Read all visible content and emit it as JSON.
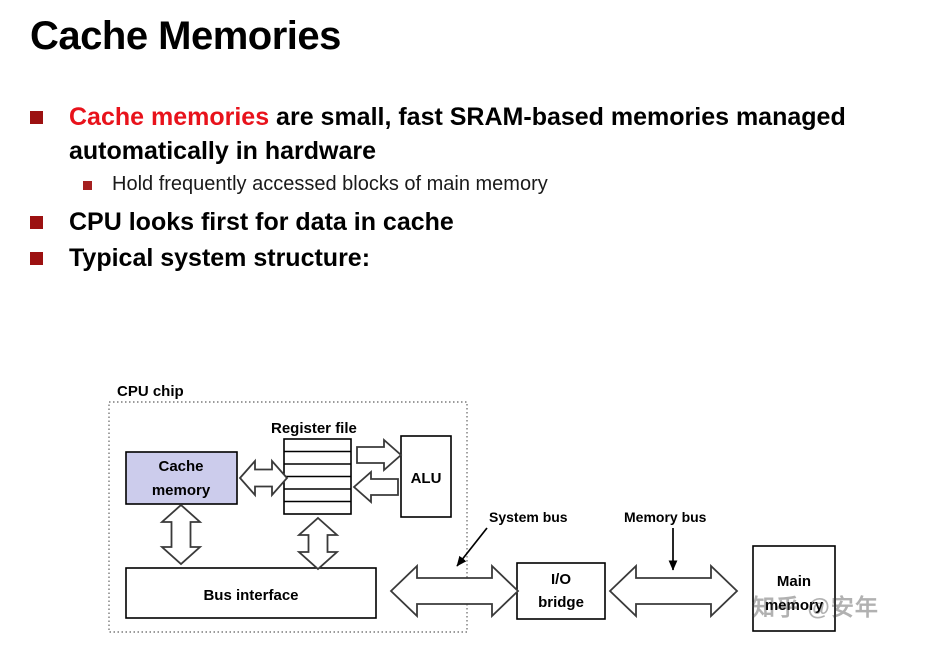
{
  "slide": {
    "title": "Cache Memories"
  },
  "bullets": [
    {
      "level": 1,
      "accent_text": "Cache memories",
      "text": " are small, fast SRAM-based memories managed automatically in hardware"
    },
    {
      "level": 2,
      "text": "Hold frequently accessed blocks of main memory"
    },
    {
      "level": 1,
      "text": "CPU looks first for data in cache"
    },
    {
      "level": 1,
      "text": "Typical system structure:"
    }
  ],
  "diagram": {
    "chip_label": "CPU chip",
    "register_file_label": "Register file",
    "cache_label_line1": "Cache",
    "cache_label_line2": "memory",
    "alu_label": "ALU",
    "bus_interface_label": "Bus interface",
    "system_bus_label": "System bus",
    "memory_bus_label": "Memory bus",
    "io_bridge_line1": "I/O",
    "io_bridge_line2": "bridge",
    "main_memory_line1": "Main",
    "main_memory_line2": "memory",
    "register_rows": 6
  },
  "watermark": {
    "text": "知乎 @安年"
  },
  "colors": {
    "bullet_square": "#9c1111",
    "accent_red": "#e8121b",
    "cache_fill": "#ccccec",
    "chip_border": "#7a7a7a"
  }
}
